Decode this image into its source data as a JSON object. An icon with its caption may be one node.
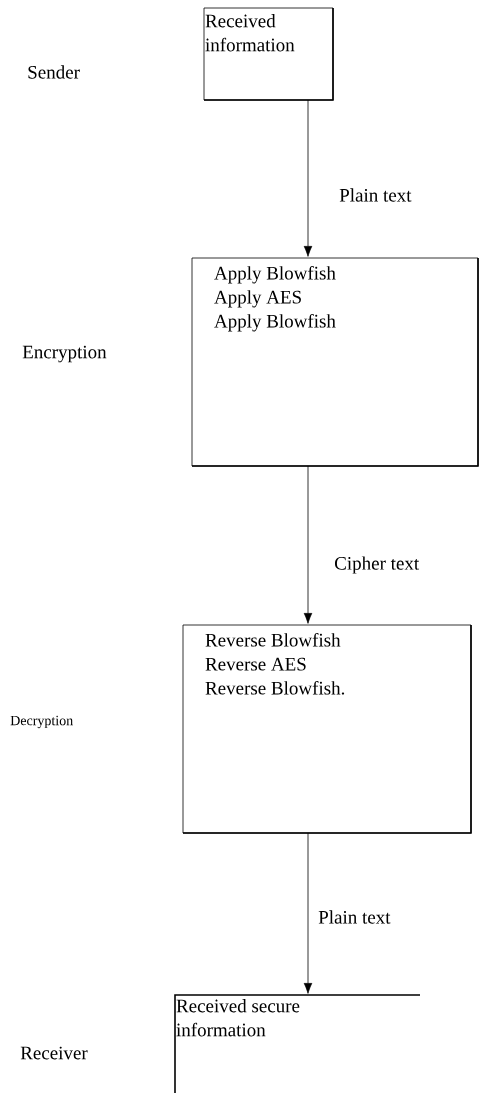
{
  "diagram": {
    "nodes": [
      {
        "text": [
          "Received information"
        ]
      },
      {
        "text": [
          "Apply Blowfish",
          "Apply AES",
          "Apply Blowfish"
        ]
      },
      {
        "text": [
          "Reverse Blowfish",
          "Reverse AES",
          "Reverse Blowfish."
        ]
      },
      {
        "text": [
          "Received secure information"
        ]
      }
    ],
    "edges": [
      {
        "from": 0,
        "to": 1,
        "arrow": "to",
        "label": "Plain text"
      },
      {
        "from": 1,
        "to": 2,
        "arrow": "to",
        "label": "Cipher text"
      },
      {
        "from": 2,
        "to": 3,
        "arrow": "to",
        "label": "Plain text"
      }
    ],
    "labels": [
      "Sender",
      "Encryption",
      "Decryption",
      "Receiver"
    ]
  }
}
